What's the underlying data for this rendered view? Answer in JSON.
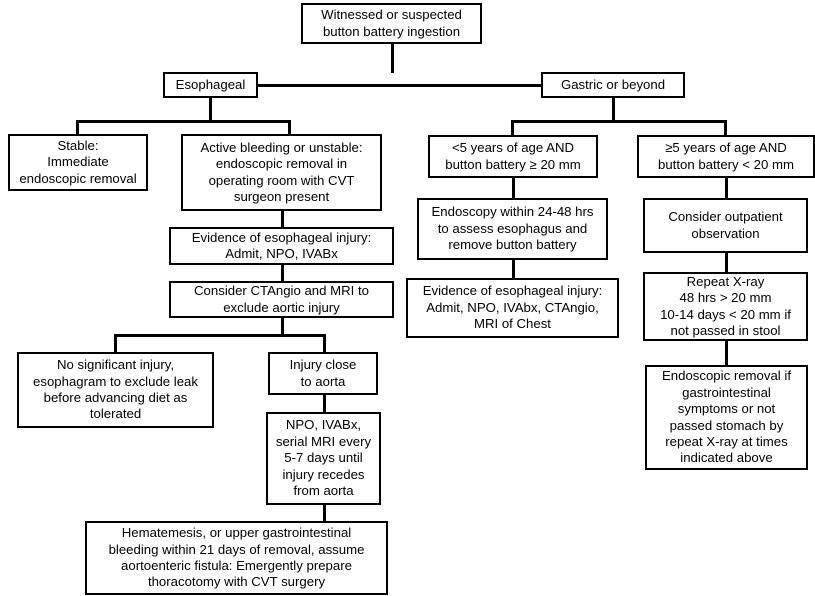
{
  "diagram": {
    "title": "Button battery ingestion management algorithm",
    "line_color": "#000000",
    "box_border_color": "#000000",
    "background_color": "#ffffff",
    "text_color": "#000000"
  },
  "nodes": {
    "root": "Witnessed or suspected\nbutton battery ingestion",
    "esophageal": "Esophageal",
    "gastric": "Gastric or beyond",
    "stable": "Stable:\nImmediate\nendoscopic removal",
    "active_bleeding": "Active bleeding or unstable:\nendoscopic removal in\noperating room with CVT\nsurgeon present",
    "evidence_injury_left": "Evidence of esophageal injury:\nAdmit, NPO, IVABx",
    "consider_ctangio": "Consider CTAngio and MRI to\nexclude aortic injury",
    "no_significant_injury": "No significant injury,\nesophagram to exclude leak\nbefore advancing diet as\ntolerated",
    "injury_close_aorta": "Injury close\nto aorta",
    "npo_serial_mri": "NPO, IVABx,\nserial MRI every\n5-7 days until\ninjury recedes\nfrom aorta",
    "hematemesis": "Hematemesis, or upper gastrointestinal\nbleeding within 21 days of removal, assume\naortoenteric fistula:  Emergently prepare\nthoracotomy with CVT surgery",
    "under5_large": "<5 years of age AND\nbutton battery ≥ 20 mm",
    "over5_small": "≥5 years of age AND\nbutton battery < 20 mm",
    "endoscopy_24_48": "Endoscopy within 24-48 hrs\nto assess esophagus and\nremove button battery",
    "evidence_injury_right": "Evidence of esophageal injury:\nAdmit, NPO, IVAbx, CTAngio,\nMRI of Chest",
    "consider_outpatient": "Consider outpatient\nobservation",
    "repeat_xray": "Repeat X-ray\n48 hrs > 20 mm\n10-14 days < 20 mm if\nnot passed in stool",
    "endoscopic_removal_gi": "Endoscopic removal if\ngastrointestinal\nsymptoms or not\npassed stomach by\nrepeat X-ray at times\nindicated above"
  }
}
